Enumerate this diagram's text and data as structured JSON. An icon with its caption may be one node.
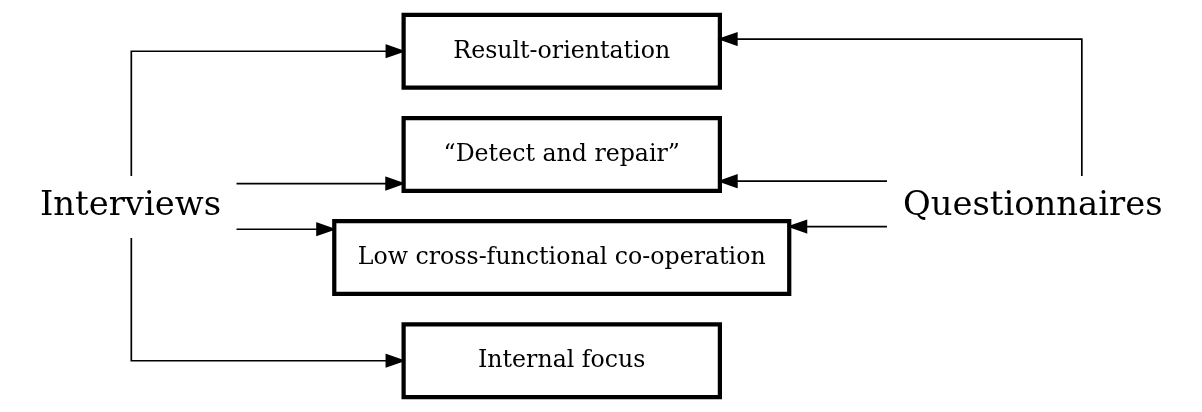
{
  "diagram": {
    "nodes": [
      {
        "text": [
          "Interviews"
        ]
      },
      {
        "text": [
          "Result-orientation"
        ]
      },
      {
        "text": [
          "“Detect and repair”"
        ]
      },
      {
        "text": [
          "Low cross-functional co-operation"
        ]
      },
      {
        "text": [
          "Internal focus"
        ]
      },
      {
        "text": [
          "Questionnaires"
        ]
      }
    ],
    "edges": [
      {
        "from": 0,
        "to": 1,
        "arrow": "to"
      },
      {
        "from": 0,
        "to": 2,
        "arrow": "to"
      },
      {
        "from": 0,
        "to": 3,
        "arrow": "to"
      },
      {
        "from": 0,
        "to": 4,
        "arrow": "to"
      },
      {
        "from": 5,
        "to": 1,
        "arrow": "to"
      },
      {
        "from": 5,
        "to": 2,
        "arrow": "to"
      },
      {
        "from": 5,
        "to": 3,
        "arrow": "to"
      }
    ]
  }
}
